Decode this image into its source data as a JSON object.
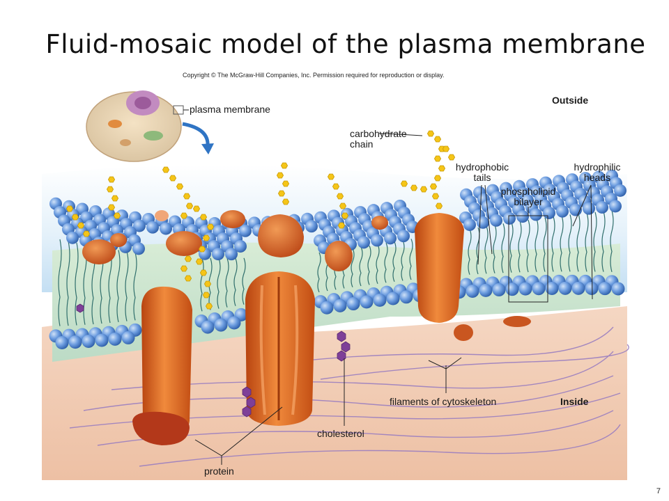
{
  "slide": {
    "title": "Fluid-mosaic model of the plasma membrane",
    "copyright": "Copyright © The McGraw-Hill Companies, Inc. Permission required for reproduction or display.",
    "page_number": "7"
  },
  "labels": {
    "plasma_membrane": "plasma membrane",
    "outside": "Outside",
    "inside": "Inside",
    "carbohydrate_line1": "carbohydrate",
    "carbohydrate_line2": "chain",
    "hydrophobic_line1": "hydrophobic",
    "hydrophobic_line2": "tails",
    "hydrophilic_line1": "hydrophilic",
    "hydrophilic_line2": "heads",
    "phospholipid_line1": "phospholipid",
    "phospholipid_line2": "bilayer",
    "filaments": "filaments of cytoskeleton",
    "cholesterol": "cholesterol",
    "protein": "protein"
  },
  "colors": {
    "phospholipid_head": "#5b8fd6",
    "protein": "#e0661c",
    "carbohydrate": "#f2c21a",
    "cholesterol": "#7b3f8f",
    "cytoplasm": "#f1c9b0",
    "extracellular": "#cfe6f7",
    "cytoskeleton": "#8e6fb0"
  }
}
